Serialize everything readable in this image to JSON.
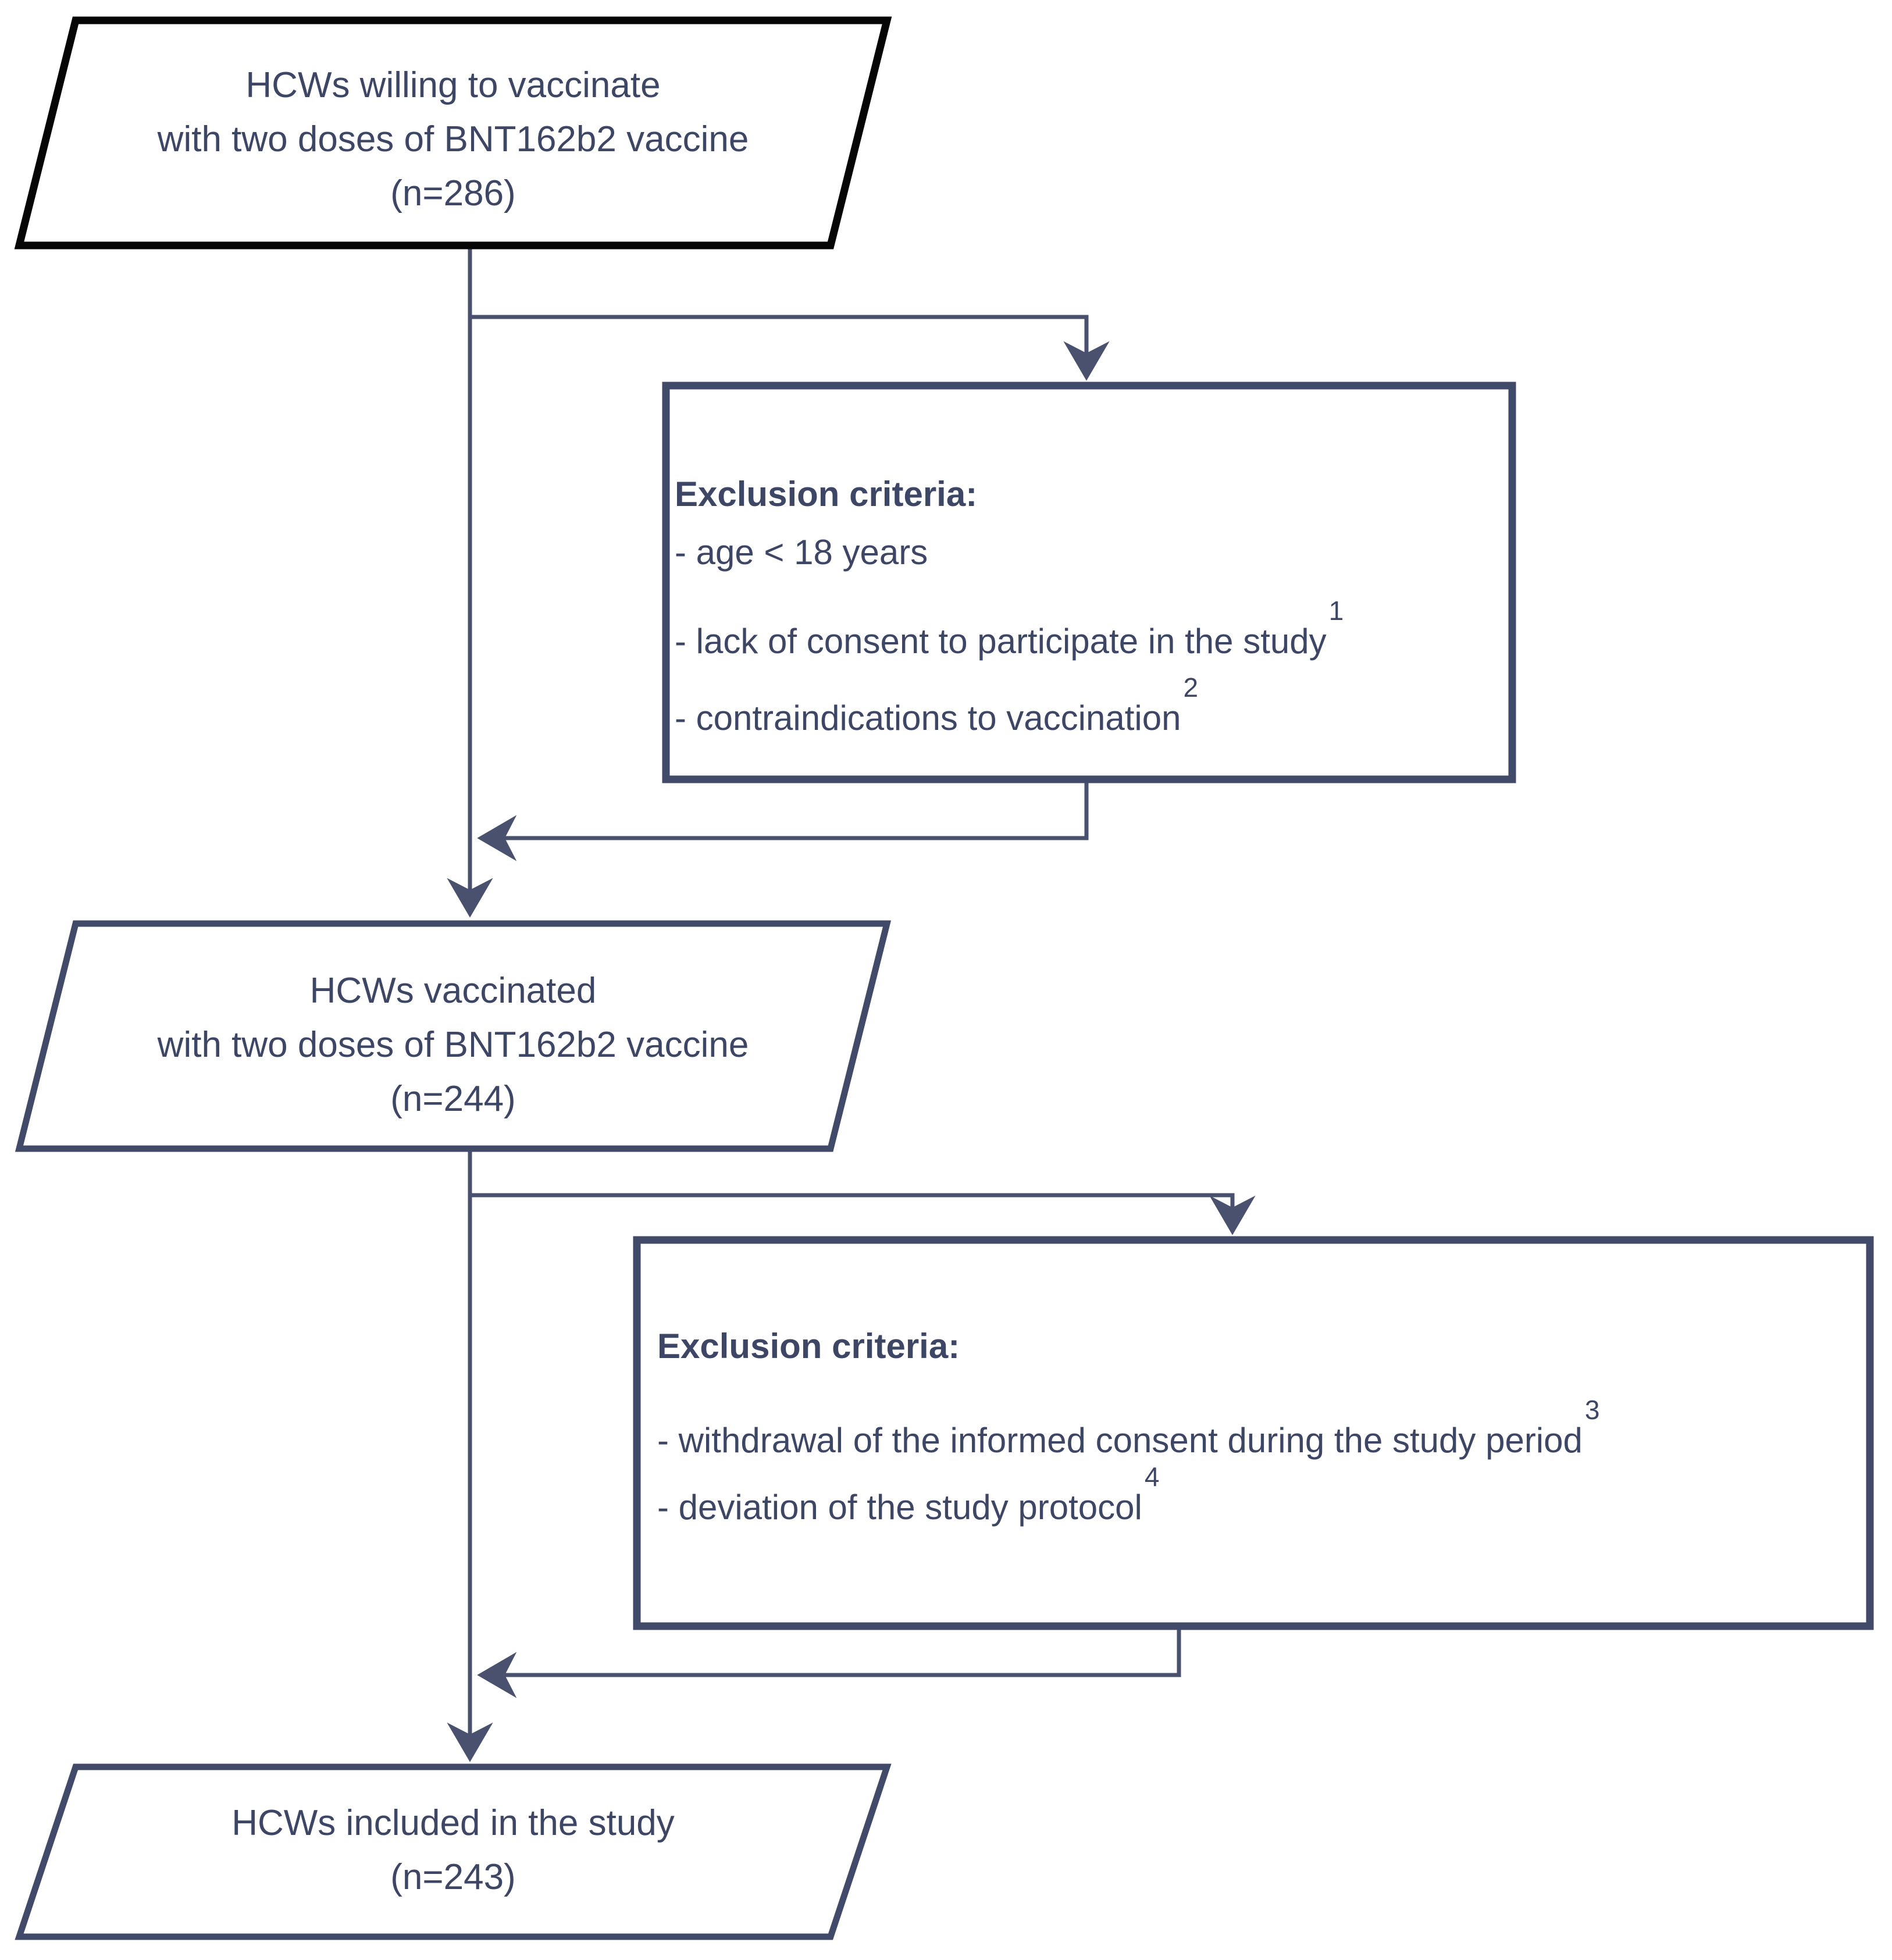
{
  "colors": {
    "connector": "#49516f",
    "box_border": "#414a69",
    "start_border": "#060606",
    "text": "#3e4666",
    "background": "#ffffff"
  },
  "nodes": {
    "start": {
      "lines": {
        "0": "HCWs willing to vaccinate",
        "1": "with two doses of BNT162b2 vaccine",
        "2": "(n=286)"
      }
    },
    "exclusion1": {
      "title": "Exclusion criteria:",
      "items": {
        "0": {
          "text": "- age < 18 years",
          "superscript": ""
        },
        "1": {
          "text": "- lack of consent to participate in the study",
          "superscript": "1"
        },
        "2": {
          "text": "- contraindications to vaccination",
          "superscript": "2"
        }
      }
    },
    "vaccinated": {
      "lines": {
        "0": "HCWs vaccinated",
        "1": "with two doses of BNT162b2 vaccine",
        "2": "(n=244)"
      }
    },
    "exclusion2": {
      "title": "Exclusion criteria:",
      "items": {
        "0": {
          "text": "- withdrawal of the informed consent during the study period",
          "superscript": "3"
        },
        "1": {
          "text": "- deviation of the study protocol",
          "superscript": "4"
        }
      }
    },
    "included": {
      "lines": {
        "0": "HCWs included in the study",
        "1": "(n=243)"
      }
    }
  }
}
